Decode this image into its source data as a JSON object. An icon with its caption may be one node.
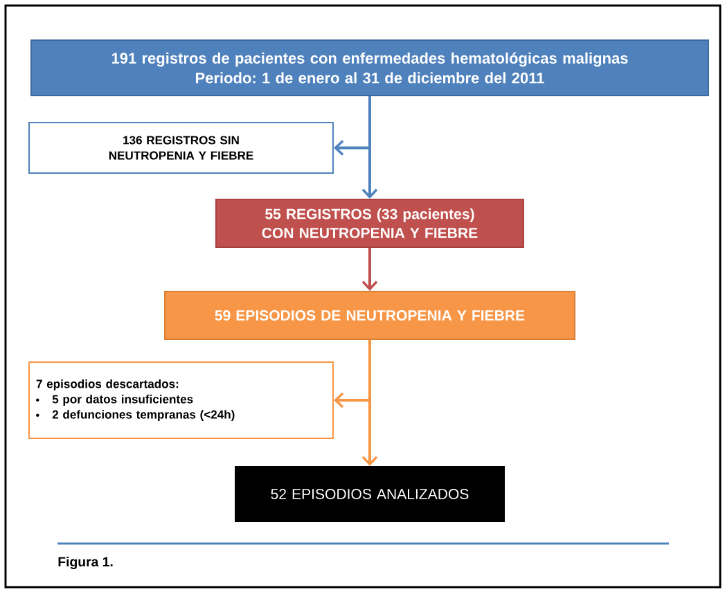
{
  "diagram": {
    "caption": "Figura 1.",
    "nodes": [
      {
        "text": [
          "191 registros de pacientes con enfermedades hematológicas malignas",
          "Periodo: 1 de enero al 31 de diciembre del 2011"
        ]
      },
      {
        "text": [
          "136 REGISTROS SIN NEUTROPENIA Y FIEBRE"
        ]
      },
      {
        "text": [
          "55 REGISTROS (33 pacientes) CON NEUTROPENIA Y FIEBRE"
        ]
      },
      {
        "text": [
          "59 EPISODIOS DE NEUTROPENIA Y FIEBRE"
        ]
      },
      {
        "text": [
          "7 episodios descartados:",
          "5 por datos insuficientes",
          "2 defunciones tempranas (<24h)"
        ]
      },
      {
        "text": [
          "52 EPISODIOS ANALIZADOS"
        ]
      }
    ],
    "edges": [
      {
        "from": 0,
        "to": 1,
        "arrow": "to",
        "color": "#4f81bd"
      },
      {
        "from": 0,
        "to": 2,
        "arrow": "to",
        "color": "#4f81bd"
      },
      {
        "from": 2,
        "to": 3,
        "arrow": "to",
        "color": "#c0504d"
      },
      {
        "from": 3,
        "to": 4,
        "arrow": "to",
        "color": "#f79646"
      },
      {
        "from": 3,
        "to": 5,
        "arrow": "to",
        "color": "#f79646"
      }
    ]
  }
}
